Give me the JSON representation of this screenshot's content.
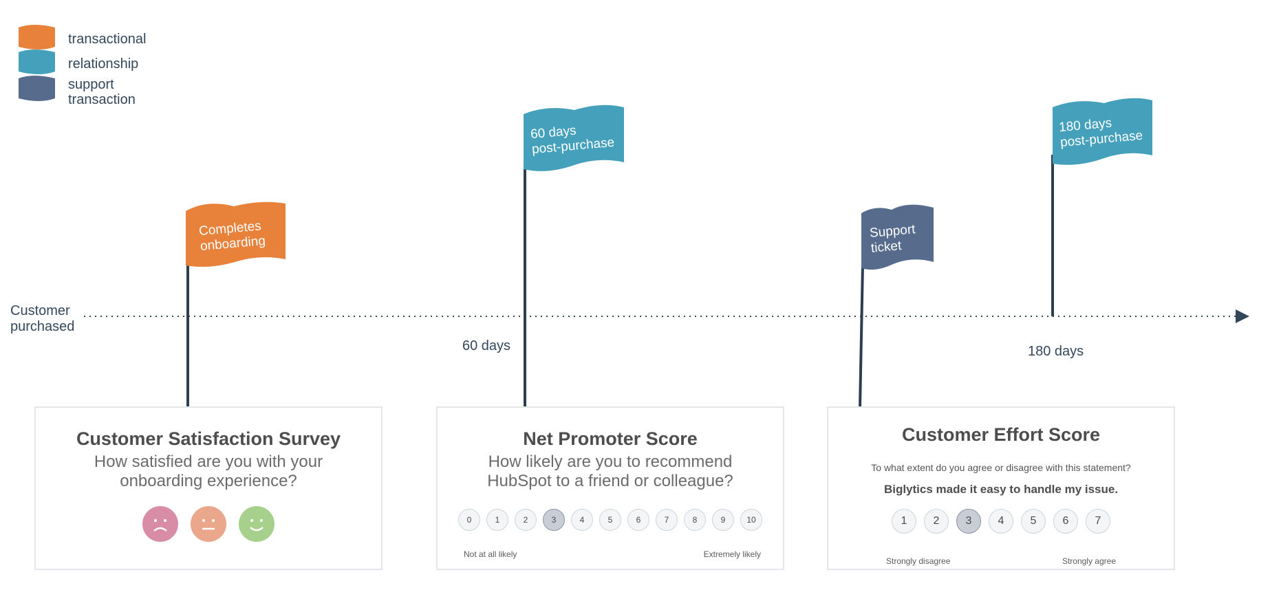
{
  "legend": [
    {
      "label": "transactional",
      "color": "#e8813a",
      "icon": "flag-icon"
    },
    {
      "label": "relationship",
      "color": "#44a0bb",
      "icon": "flag-icon"
    },
    {
      "label": "support transaction",
      "label_lines": [
        "support",
        "transaction"
      ],
      "color": "#576c8c",
      "icon": "flag-icon"
    }
  ],
  "timeline": {
    "start_label_lines": [
      "Customer",
      "purchased"
    ],
    "marker_60": "60 days",
    "marker_180": "180 days"
  },
  "flags": [
    {
      "lines": [
        "Completes",
        "onboarding"
      ],
      "type": "transactional",
      "color": "#e8813a"
    },
    {
      "lines": [
        "60 days",
        "post-purchase"
      ],
      "type": "relationship",
      "color": "#44a0bb"
    },
    {
      "lines": [
        "Support",
        "ticket"
      ],
      "type": "support transaction",
      "color": "#576c8c"
    },
    {
      "lines": [
        "180 days",
        "post-purchase"
      ],
      "type": "relationship",
      "color": "#44a0bb"
    }
  ],
  "cards": {
    "csat": {
      "title": "Customer Satisfaction Survey",
      "subtitle_lines": [
        "How satisfied are you with your",
        "onboarding experience?"
      ],
      "faces": [
        {
          "icon": "sad-face-icon",
          "color": "#d98ca6"
        },
        {
          "icon": "neutral-face-icon",
          "color": "#eba78b"
        },
        {
          "icon": "happy-face-icon",
          "color": "#a7d08c"
        }
      ]
    },
    "nps": {
      "title": "Net Promoter Score",
      "subtitle_lines": [
        "How likely are you to recommend",
        "HubSpot to a friend or colleague?"
      ],
      "scale": [
        "0",
        "1",
        "2",
        "3",
        "4",
        "5",
        "6",
        "7",
        "8",
        "9",
        "10"
      ],
      "selected": "3",
      "low_label": "Not at all likely",
      "high_label": "Extremely likely"
    },
    "ces": {
      "title": "Customer Effort Score",
      "question": "To what extent do you agree or disagree with this statement?",
      "statement": "Biglytics made it easy to handle my issue.",
      "scale": [
        "1",
        "2",
        "3",
        "4",
        "5",
        "6",
        "7"
      ],
      "selected": "3",
      "low_label": "Strongly disagree",
      "high_label": "Strongly agree"
    }
  }
}
